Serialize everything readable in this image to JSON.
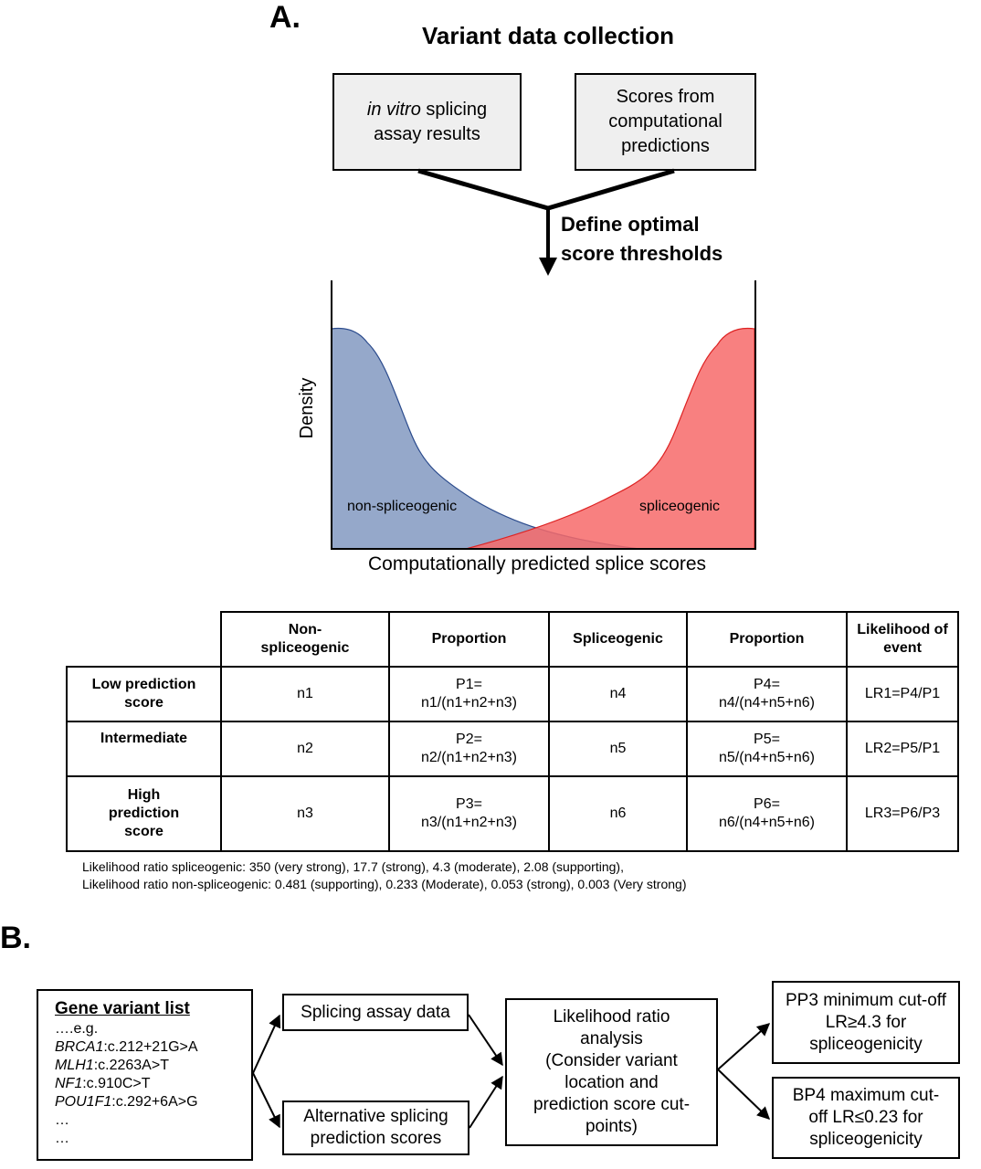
{
  "panel_a": {
    "label": "A.",
    "title": "Variant data collection",
    "box_left": {
      "italic": "in vitro",
      "rest": " splicing",
      "line2": "assay results"
    },
    "box_right": {
      "line1": "Scores from",
      "line2": "computational",
      "line3": "predictions"
    },
    "arrow_label": {
      "line1": "Define optimal",
      "line2": "score thresholds"
    },
    "plot": {
      "y_label": "Density",
      "x_label": "Computationally predicted splice scores",
      "left_dist_label": "non-spliceogenic",
      "right_dist_label": "spliceogenic",
      "left_color": "#8fa3c7",
      "right_color": "#f77b7b"
    },
    "table": {
      "headers": [
        "",
        "Non-\nspliceogenic",
        "Proportion",
        "Spliceogenic",
        "Proportion",
        "Likelihood of\nevent"
      ],
      "rows": [
        {
          "label": "Low prediction\nscore",
          "cells": [
            "n1",
            "P1=\nn1/(n1+n2+n3)",
            "n4",
            "P4=\nn4/(n4+n5+n6)",
            "LR1=P4/P1"
          ]
        },
        {
          "label": "Intermediate",
          "cells": [
            "n2",
            "P2=\nn2/(n1+n2+n3)",
            "n5",
            "P5=\nn5/(n4+n5+n6)",
            "LR2=P5/P1"
          ]
        },
        {
          "label": "High\nprediction\nscore",
          "cells": [
            "n3",
            "P3=\nn3/(n1+n2+n3)",
            "n6",
            "P6=\nn6/(n4+n5+n6)",
            "LR3=P6/P3"
          ]
        }
      ]
    },
    "notes": [
      "Likelihood ratio spliceogenic: 350 (very strong), 17.7 (strong), 4.3 (moderate), 2.08 (supporting),",
      "Likelihood ratio non-spliceogenic: 0.481 (supporting), 0.233 (Moderate), 0.053 (strong), 0.003 (Very strong)"
    ]
  },
  "panel_b": {
    "label": "B.",
    "gene_list": {
      "title": "Gene variant list",
      "eg": "….e.g.",
      "variants": [
        {
          "gene": "BRCA1",
          "change": ":c.212+21G>A"
        },
        {
          "gene": "MLH1",
          "change": ":c.2263A>T"
        },
        {
          "gene": "NF1",
          "change": ":c.910C>T"
        },
        {
          "gene": "POU1F1",
          "change": ":c.292+6A>G"
        }
      ],
      "ellipsis1": "…",
      "ellipsis2": "…"
    },
    "splicing_assay": "Splicing assay data",
    "alt_splicing": "Alternative splicing\nprediction scores",
    "lr_analysis": "Likelihood ratio\nanalysis\n(Consider variant\nlocation and\nprediction score cut-\npoints)",
    "pp3": "PP3 minimum cut-off\nLR≥4.3 for\nspliceogenicity",
    "bp4": "BP4 maximum cut-\noff LR≤0.23 for\nspliceogenicity"
  }
}
